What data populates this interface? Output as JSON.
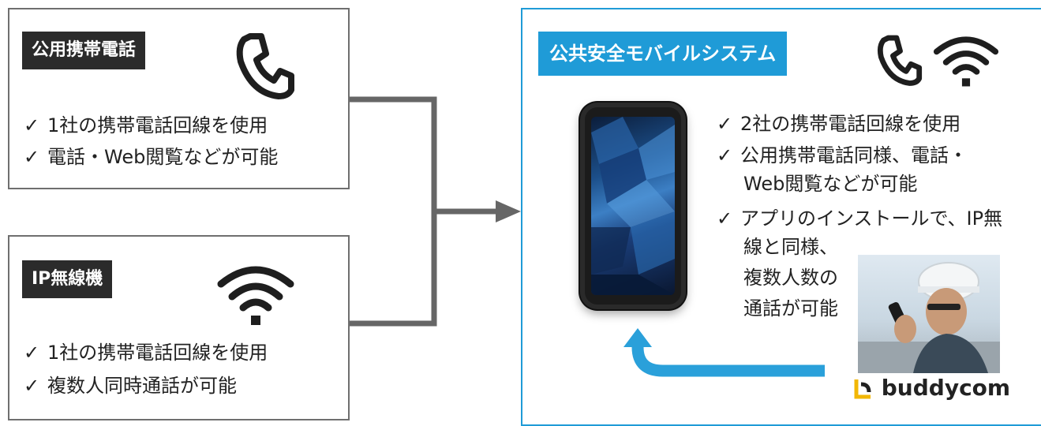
{
  "left_top": {
    "title": "公用携帯電話",
    "items": [
      "1社の携帯電話回線を使用",
      "電話・Web閲覧などが可能"
    ],
    "icon": "phone-icon"
  },
  "left_bottom": {
    "title": "IP無線機",
    "items": [
      "1社の携帯電話回線を使用",
      "複数人同時通話が可能"
    ],
    "icon": "wifi-icon"
  },
  "right": {
    "title": "公共安全モバイルシステム",
    "item1": "2社の携帯電話回線を使用",
    "item2_line1": "公用携帯電話同様、電話・",
    "item2_line2": "Web閲覧などが可能",
    "item3_line1": "アプリのインストールで、IP無",
    "item3_line2": "線と同様、",
    "item3_line3": "複数人数の",
    "item3_line4": "通話が可能",
    "brand": "buddycom"
  },
  "check_mark": "✓",
  "colors": {
    "accent": "#1f9bd7",
    "dark_tag": "#2b2b2b",
    "connector": "#666666",
    "brand_yellow": "#f2b705"
  }
}
